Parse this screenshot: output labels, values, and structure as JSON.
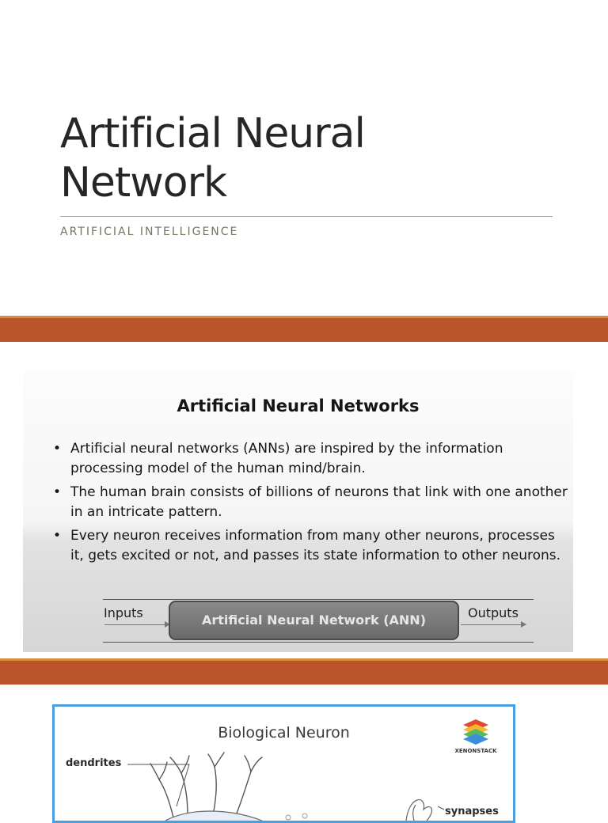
{
  "title_slide": {
    "title_line1": "Artificial Neural",
    "title_line2": "Network",
    "subtitle": "ARTIFICIAL INTELLIGENCE"
  },
  "ann_slide": {
    "title": "Artificial Neural Networks",
    "bullets": [
      "Artificial neural networks (ANNs) are inspired by the information processing model of the human mind/brain.",
      "The human brain consists of billions of neurons that link with one another in an intricate pattern.",
      "Every neuron receives information from many other neurons, processes it, gets excited or not, and passes its state information to other neurons."
    ],
    "bullet_symbol": "•",
    "diagram": {
      "input_label": "Inputs",
      "box_label": "Artificial Neural Network (ANN)",
      "output_label": "Outputs"
    }
  },
  "neuron_slide": {
    "title": "Biological Neuron",
    "label_dendrites": "dendrites",
    "label_synapses": "synapses",
    "brand_name": "XENONSTACK"
  },
  "colors": {
    "band": "#b9542b",
    "band_highlight": "#d98c3a",
    "frame": "#4b9fe0",
    "subtitle": "#6d7a5d"
  }
}
